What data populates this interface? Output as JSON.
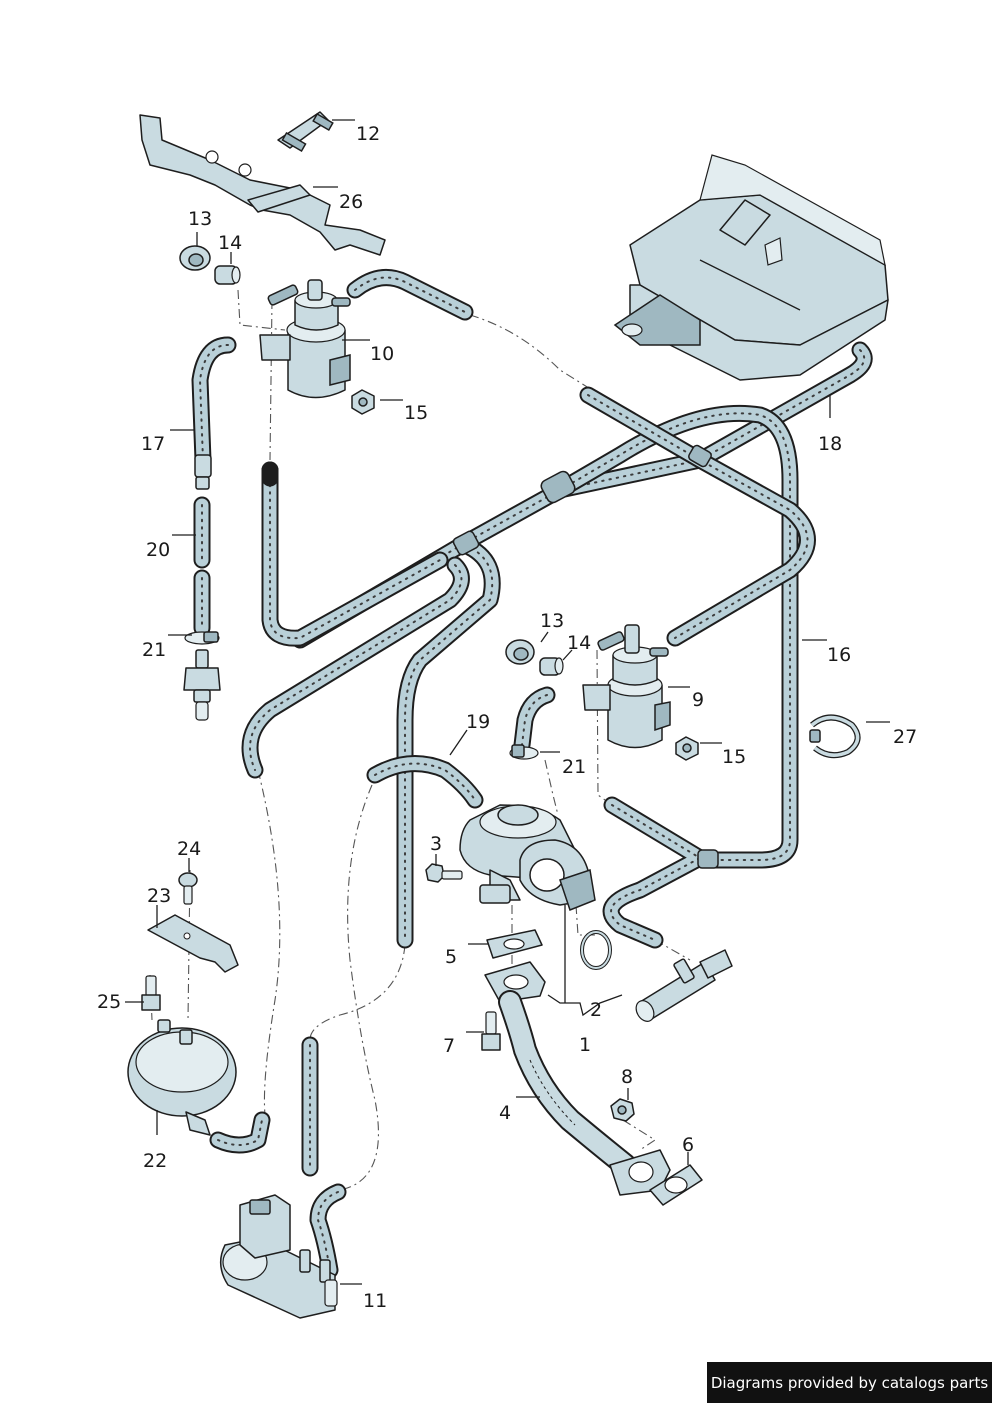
{
  "footer": {
    "credit": "Diagrams provided by catalogs parts"
  },
  "callouts": {
    "c1": "1",
    "c2": "2",
    "c3": "3",
    "c4": "4",
    "c5": "5",
    "c6": "6",
    "c7": "7",
    "c8": "8",
    "c9": "9",
    "c10": "10",
    "c11": "11",
    "c12": "12",
    "c13a": "13",
    "c13b": "13",
    "c14a": "14",
    "c14b": "14",
    "c15a": "15",
    "c15b": "15",
    "c16": "16",
    "c17": "17",
    "c18": "18",
    "c19": "19",
    "c20": "20",
    "c21a": "21",
    "c21b": "21",
    "c22": "22",
    "c23": "23",
    "c24": "24",
    "c25": "25",
    "c26": "26",
    "c27": "27"
  },
  "colors": {
    "hose": "#b9d0d8",
    "part": "#c9dbe1",
    "outline": "#1e1e1e",
    "footer_bg": "#111111",
    "footer_text": "#ffffff"
  }
}
